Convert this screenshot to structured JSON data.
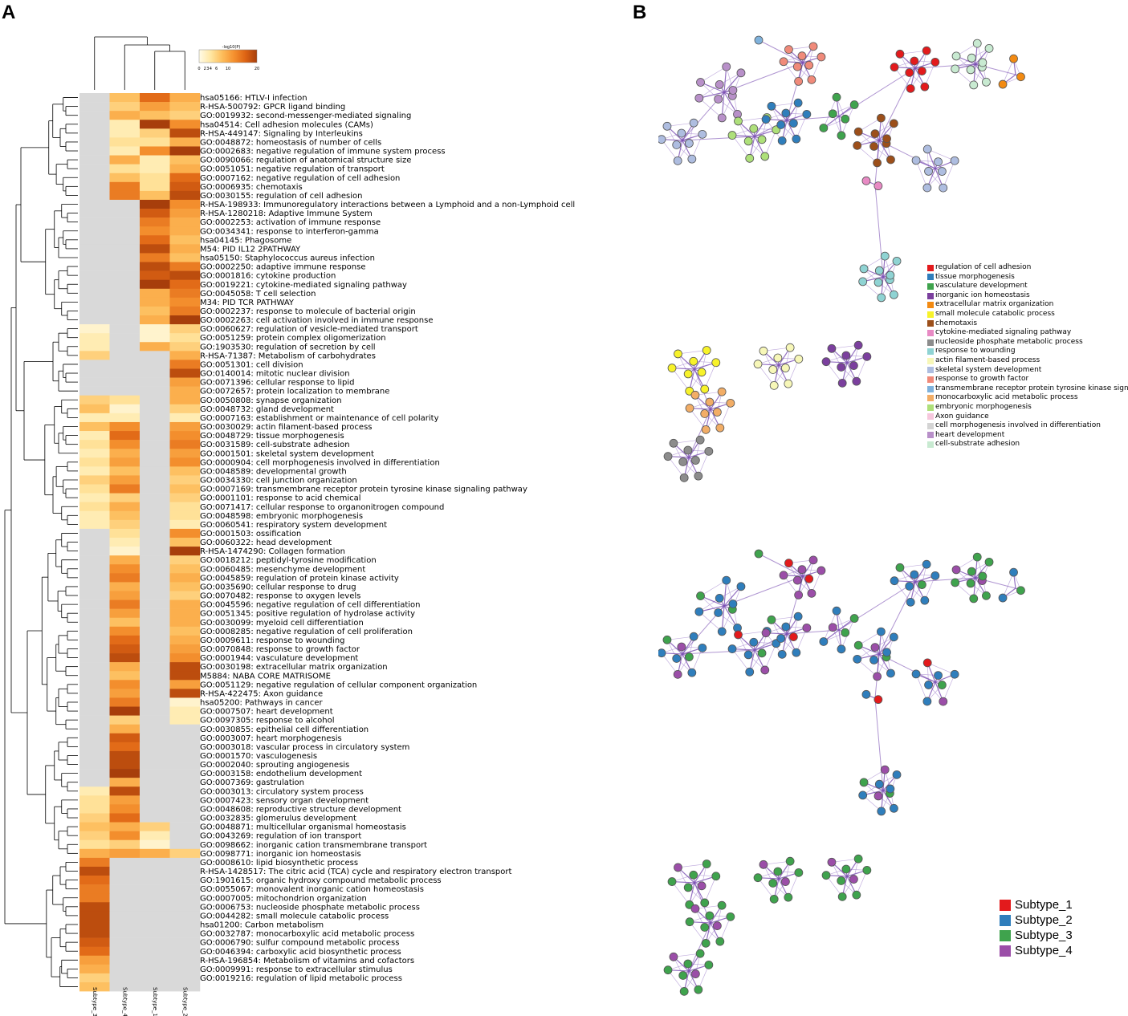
{
  "panel_labels": {
    "a": "A",
    "b": "B"
  },
  "colors": {
    "missing": "#d9d9d9",
    "scale": [
      "#fffbe8",
      "#ffe7a3",
      "#fdbd5b",
      "#f5912f",
      "#de6414",
      "#a73e0b"
    ],
    "network_edge": "#7a4fb3",
    "network_edge_light": "#b39ad6"
  },
  "chart_data": {
    "type": "heatmap",
    "columns": [
      "Subtype_3",
      "Subtype_4",
      "Subtype_1",
      "Subtype_2"
    ],
    "colorbar": {
      "label": "-log10(P)",
      "tick_labels": [
        "0",
        "2",
        "3",
        "4",
        "6",
        "10",
        "20"
      ],
      "ticks": [
        0,
        2,
        3,
        4,
        6,
        10,
        20
      ],
      "range": [
        0,
        20
      ]
    },
    "rows": [
      "hsa05166: HTLV-I infection",
      "R-HSA-500792: GPCR ligand binding",
      "GO:0019932: second-messenger-mediated signaling",
      "hsa04514: Cell adhesion molecules (CAMs)",
      "R-HSA-449147: Signaling by Interleukins",
      "GO:0048872: homeostasis of number of cells",
      "GO:0002683: negative regulation of immune system process",
      "GO:0090066: regulation of anatomical structure size",
      "GO:0051051: negative regulation of transport",
      "GO:0007162: negative regulation of cell adhesion",
      "GO:0006935: chemotaxis",
      "GO:0030155: regulation of cell adhesion",
      "R-HSA-198933: Immunoregulatory interactions between a Lymphoid and a non-Lymphoid cell",
      "R-HSA-1280218: Adaptive Immune System",
      "GO:0002253: activation of immune response",
      "GO:0034341: response to interferon-gamma",
      "hsa04145: Phagosome",
      "M54: PID IL12 2PATHWAY",
      "hsa05150: Staphylococcus aureus infection",
      "GO:0002250: adaptive immune response",
      "GO:0001816: cytokine production",
      "GO:0019221: cytokine-mediated signaling pathway",
      "GO:0045058: T cell selection",
      "M34: PID TCR PATHWAY",
      "GO:0002237: response to molecule of bacterial origin",
      "GO:0002263: cell activation involved in immune response",
      "GO:0060627: regulation of vesicle-mediated transport",
      "GO:0051259: protein complex oligomerization",
      "GO:1903530: regulation of secretion by cell",
      "R-HSA-71387: Metabolism of carbohydrates",
      "GO:0051301: cell division",
      "GO:0140014: mitotic nuclear division",
      "GO:0071396: cellular response to lipid",
      "GO:0072657: protein localization to membrane",
      "GO:0050808: synapse organization",
      "GO:0048732: gland development",
      "GO:0007163: establishment or maintenance of cell polarity",
      "GO:0030029: actin filament-based process",
      "GO:0048729: tissue morphogenesis",
      "GO:0031589: cell-substrate adhesion",
      "GO:0001501: skeletal system development",
      "GO:0000904: cell morphogenesis involved in differentiation",
      "GO:0048589: developmental growth",
      "GO:0034330: cell junction organization",
      "GO:0007169: transmembrane receptor protein tyrosine kinase signaling pathway",
      "GO:0001101: response to acid chemical",
      "GO:0071417: cellular response to organonitrogen compound",
      "GO:0048598: embryonic morphogenesis",
      "GO:0060541: respiratory system development",
      "GO:0001503: ossification",
      "GO:0060322: head development",
      "R-HSA-1474290: Collagen formation",
      "GO:0018212: peptidyl-tyrosine modification",
      "GO:0060485: mesenchyme development",
      "GO:0045859: regulation of protein kinase activity",
      "GO:0035690: cellular response to drug",
      "GO:0070482: response to oxygen levels",
      "GO:0045596: negative regulation of cell differentiation",
      "GO:0051345: positive regulation of hydrolase activity",
      "GO:0030099: myeloid cell differentiation",
      "GO:0008285: negative regulation of cell proliferation",
      "GO:0009611: response to wounding",
      "GO:0070848: response to growth factor",
      "GO:0001944: vasculature development",
      "GO:0030198: extracellular matrix organization",
      "M5884: NABA CORE MATRISOME",
      "GO:0051129: negative regulation of cellular component organization",
      "R-HSA-422475: Axon guidance",
      "hsa05200: Pathways in cancer",
      "GO:0007507: heart development",
      "GO:0097305: response to alcohol",
      "GO:0030855: epithelial cell differentiation",
      "GO:0003007: heart morphogenesis",
      "GO:0003018: vascular process in circulatory system",
      "GO:0001570: vasculogenesis",
      "GO:0002040: sprouting angiogenesis",
      "GO:0003158: endothelium development",
      "GO:0007369: gastrulation",
      "GO:0003013: circulatory system process",
      "GO:0007423: sensory organ development",
      "GO:0048608: reproductive structure development",
      "GO:0032835: glomerulus development",
      "GO:0048871: multicellular organismal homeostasis",
      "GO:0043269: regulation of ion transport",
      "GO:0098662: inorganic cation transmembrane transport",
      "GO:0098771: inorganic ion homeostasis",
      "GO:0008610: lipid biosynthetic process",
      "R-HSA-1428517: The citric acid (TCA) cycle and respiratory electron transport",
      "GO:1901615: organic hydroxy compound metabolic process",
      "GO:0055067: monovalent inorganic cation homeostasis",
      "GO:0007005: mitochondrion organization",
      "GO:0006753: nucleoside phosphate metabolic process",
      "GO:0044282: small molecule catabolic process",
      "hsa01200: Carbon metabolism",
      "GO:0032787: monocarboxylic acid metabolic process",
      "GO:0006790: sulfur compound metabolic process",
      "GO:0046394: carboxylic acid biosynthetic process",
      "R-HSA-196854: Metabolism of vitamins and cofactors",
      "GO:0009991: response to extracellular stimulus",
      "GO:0019216: regulation of lipid metabolic process"
    ],
    "values": [
      [
        null,
        5,
        10,
        6
      ],
      [
        null,
        4,
        7,
        5
      ],
      [
        null,
        6,
        5,
        4
      ],
      [
        null,
        2,
        13,
        8
      ],
      [
        null,
        2,
        4,
        12
      ],
      [
        null,
        3,
        3,
        6
      ],
      [
        null,
        2,
        8,
        13
      ],
      [
        null,
        6,
        2,
        5
      ],
      [
        null,
        3,
        2,
        6
      ],
      [
        null,
        5,
        3,
        10
      ],
      [
        null,
        9,
        3,
        11
      ],
      [
        null,
        9,
        5,
        12
      ],
      [
        null,
        null,
        13,
        8
      ],
      [
        null,
        null,
        11,
        7
      ],
      [
        null,
        null,
        9,
        6
      ],
      [
        null,
        null,
        8,
        6
      ],
      [
        null,
        null,
        10,
        5
      ],
      [
        null,
        null,
        12,
        6
      ],
      [
        null,
        null,
        9,
        5
      ],
      [
        null,
        null,
        12,
        9
      ],
      [
        null,
        null,
        11,
        12
      ],
      [
        null,
        null,
        13,
        10
      ],
      [
        null,
        null,
        6,
        9
      ],
      [
        null,
        null,
        6,
        8
      ],
      [
        null,
        null,
        5,
        9
      ],
      [
        null,
        null,
        6,
        13
      ],
      [
        1,
        null,
        1,
        4
      ],
      [
        2,
        null,
        1,
        3
      ],
      [
        2,
        null,
        6,
        4
      ],
      [
        4,
        null,
        null,
        6
      ],
      [
        null,
        null,
        null,
        9
      ],
      [
        null,
        null,
        null,
        12
      ],
      [
        null,
        null,
        null,
        7
      ],
      [
        null,
        null,
        null,
        6
      ],
      [
        4,
        3,
        null,
        6
      ],
      [
        5,
        1,
        null,
        4
      ],
      [
        2,
        2,
        null,
        2
      ],
      [
        5,
        8,
        null,
        7
      ],
      [
        2,
        10,
        null,
        8
      ],
      [
        3,
        8,
        null,
        9
      ],
      [
        2,
        6,
        null,
        7
      ],
      [
        3,
        7,
        null,
        8
      ],
      [
        2,
        5,
        null,
        5
      ],
      [
        4,
        7,
        null,
        4
      ],
      [
        3,
        9,
        null,
        5
      ],
      [
        2,
        4,
        null,
        4
      ],
      [
        3,
        6,
        null,
        3
      ],
      [
        2,
        5,
        null,
        3
      ],
      [
        2,
        4,
        null,
        2
      ],
      [
        null,
        3,
        null,
        8
      ],
      [
        null,
        2,
        null,
        5
      ],
      [
        null,
        1,
        null,
        13
      ],
      [
        null,
        6,
        null,
        4
      ],
      [
        null,
        8,
        null,
        5
      ],
      [
        null,
        9,
        null,
        6
      ],
      [
        null,
        6,
        null,
        5
      ],
      [
        null,
        7,
        null,
        4
      ],
      [
        null,
        9,
        null,
        6
      ],
      [
        null,
        7,
        null,
        6
      ],
      [
        null,
        5,
        null,
        6
      ],
      [
        null,
        8,
        null,
        5
      ],
      [
        null,
        10,
        null,
        6
      ],
      [
        null,
        11,
        null,
        7
      ],
      [
        null,
        12,
        null,
        8
      ],
      [
        null,
        6,
        null,
        12
      ],
      [
        null,
        5,
        null,
        12
      ],
      [
        null,
        8,
        null,
        7
      ],
      [
        null,
        7,
        null,
        12
      ],
      [
        null,
        9,
        null,
        1
      ],
      [
        null,
        13,
        null,
        2
      ],
      [
        null,
        4,
        null,
        2
      ],
      [
        null,
        6,
        null,
        null
      ],
      [
        null,
        11,
        null,
        null
      ],
      [
        null,
        10,
        null,
        null
      ],
      [
        null,
        12,
        null,
        null
      ],
      [
        null,
        12,
        null,
        null
      ],
      [
        null,
        13,
        null,
        null
      ],
      [
        null,
        6,
        null,
        null
      ],
      [
        2,
        12,
        null,
        null
      ],
      [
        3,
        7,
        null,
        null
      ],
      [
        3,
        8,
        null,
        null
      ],
      [
        4,
        10,
        null,
        null
      ],
      [
        5,
        6,
        4,
        null
      ],
      [
        4,
        8,
        2,
        null
      ],
      [
        3,
        4,
        1,
        null
      ],
      [
        6,
        7,
        6,
        4
      ],
      [
        9,
        null,
        null,
        null
      ],
      [
        12,
        null,
        null,
        null
      ],
      [
        10,
        null,
        null,
        null
      ],
      [
        9,
        null,
        null,
        null
      ],
      [
        9,
        null,
        null,
        null
      ],
      [
        12,
        null,
        null,
        null
      ],
      [
        12,
        null,
        null,
        null
      ],
      [
        12,
        null,
        null,
        null
      ],
      [
        12,
        null,
        null,
        null
      ],
      [
        11,
        null,
        null,
        null
      ],
      [
        10,
        null,
        null,
        null
      ],
      [
        7,
        null,
        null,
        null
      ],
      [
        6,
        null,
        null,
        null
      ],
      [
        4,
        null,
        null,
        null
      ],
      [
        5,
        null,
        null,
        null
      ]
    ]
  },
  "network_legend_terms": [
    {
      "label": "regulation of cell adhesion",
      "color": "#e31a1c"
    },
    {
      "label": "tissue morphogenesis",
      "color": "#2f7ebc"
    },
    {
      "label": "vasculature development",
      "color": "#3fa34d"
    },
    {
      "label": "inorganic ion homeostasis",
      "color": "#7b3f9e"
    },
    {
      "label": "extracellular matrix organization",
      "color": "#f28a12"
    },
    {
      "label": "small molecule catabolic process",
      "color": "#f7f22a"
    },
    {
      "label": "chemotaxis",
      "color": "#9c4f1a"
    },
    {
      "label": "cytokine-mediated signaling pathway",
      "color": "#e88ac4"
    },
    {
      "label": "nucleoside phosphate metabolic process",
      "color": "#8c8c8c"
    },
    {
      "label": "response to wounding",
      "color": "#8fd3d3"
    },
    {
      "label": "actin filament-based process",
      "color": "#f7f7b8"
    },
    {
      "label": "skeletal system development",
      "color": "#aebde0"
    },
    {
      "label": "response to growth factor",
      "color": "#f08a7a"
    },
    {
      "label": "transmembrane receptor protein tyrosine kinase signa",
      "color": "#7fb2dc"
    },
    {
      "label": "monocarboxylic acid metabolic process",
      "color": "#f2ad66"
    },
    {
      "label": "embryonic morphogenesis",
      "color": "#aee07a"
    },
    {
      "label": "Axon guidance",
      "color": "#f6c7dd"
    },
    {
      "label": "cell morphogenesis involved in differentiation",
      "color": "#d4d4d4"
    },
    {
      "label": "heart development",
      "color": "#b890c9"
    },
    {
      "label": "cell-substrate adhesion",
      "color": "#c8ead1"
    }
  ],
  "subtype_legend": [
    {
      "label": "Subtype_1",
      "color": "#e31a1c"
    },
    {
      "label": "Subtype_2",
      "color": "#2f7ebc"
    },
    {
      "label": "Subtype_3",
      "color": "#3fa34d"
    },
    {
      "label": "Subtype_4",
      "color": "#9b4ea8"
    }
  ]
}
